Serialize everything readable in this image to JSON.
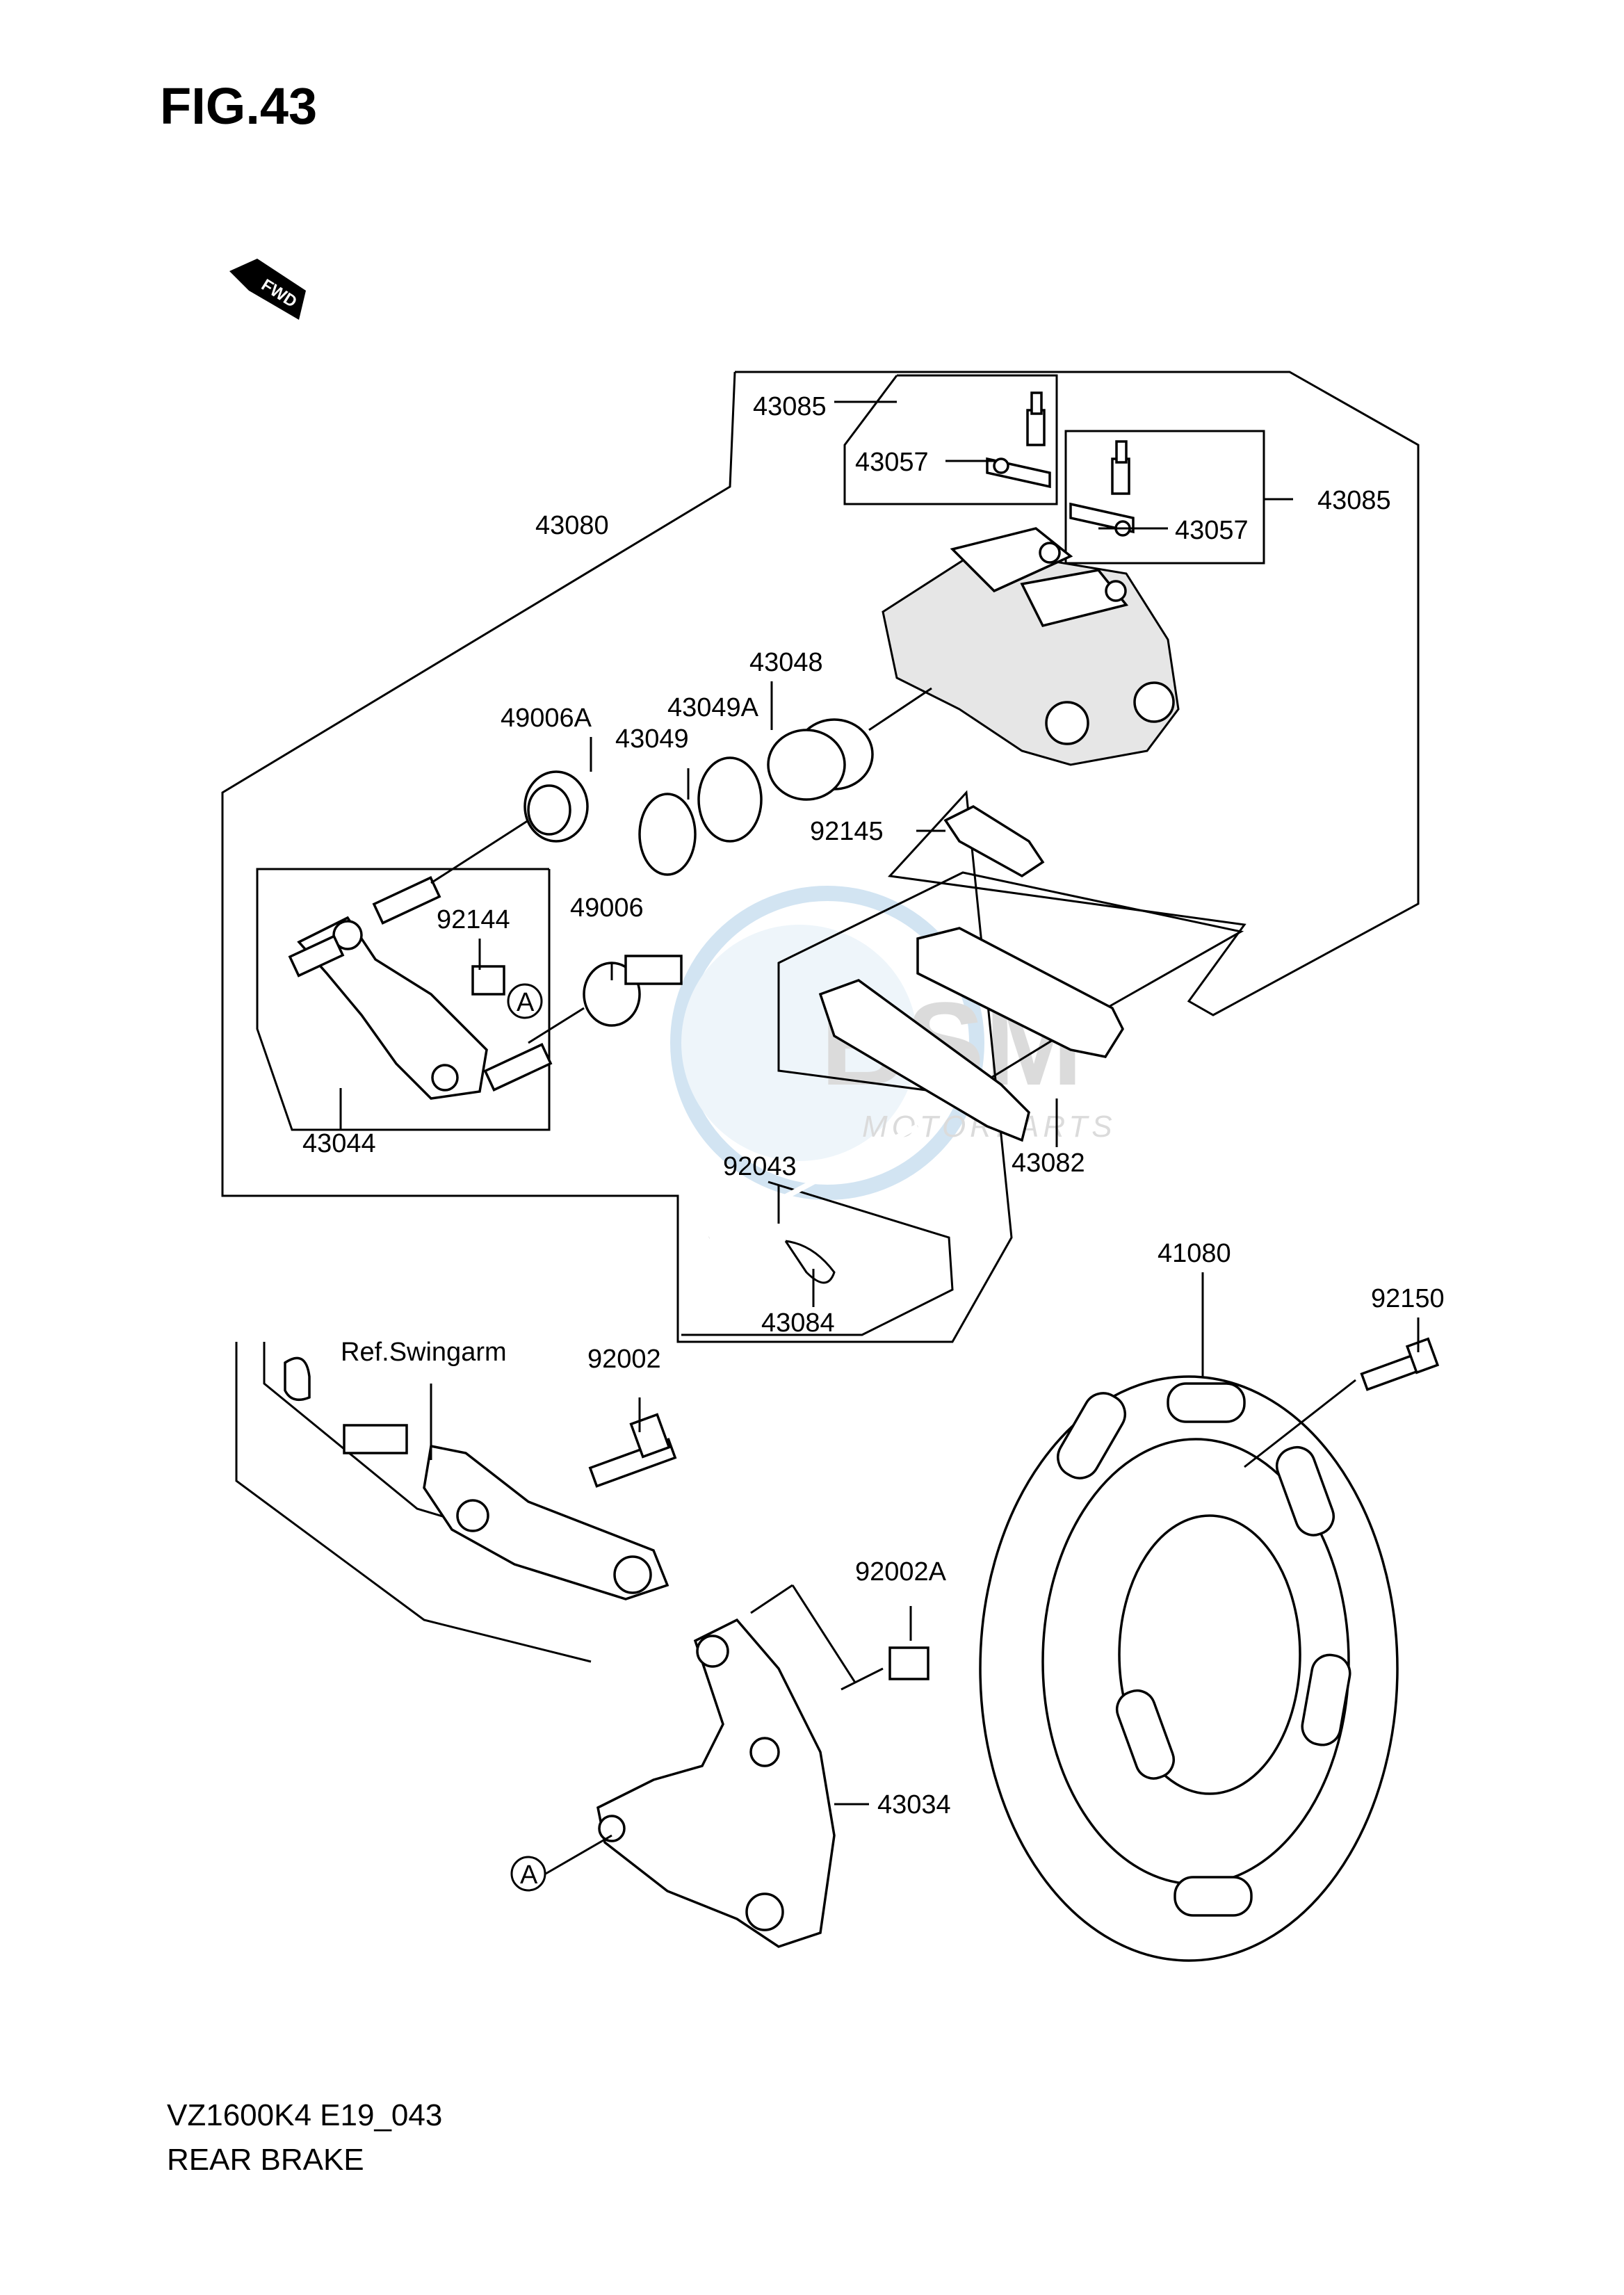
{
  "figure": {
    "title": "FIG.43",
    "model_code": "VZ1600K4 E19_043",
    "section_title": "REAR BRAKE"
  },
  "badges": {
    "fwd": "FWD",
    "ref_a_top": "A",
    "ref_a_bottom": "A"
  },
  "watermark": {
    "brand": "BSM",
    "sub": "MOTORPARTS"
  },
  "part_labels": {
    "p43085_a": "43085",
    "p43057_a": "43057",
    "p43085_b": "43085",
    "p43057_b": "43057",
    "p43080": "43080",
    "p43048": "43048",
    "p49006A": "49006A",
    "p43049A": "43049A",
    "p43049": "43049",
    "p92145": "92145",
    "p92144": "92144",
    "p49006": "49006",
    "p43044": "43044",
    "p92043": "92043",
    "p43082": "43082",
    "p43084": "43084",
    "p41080": "41080",
    "p92150": "92150",
    "ref_swingarm": "Ref.Swingarm",
    "p92002": "92002",
    "p92002A": "92002A",
    "p43034": "43034"
  }
}
